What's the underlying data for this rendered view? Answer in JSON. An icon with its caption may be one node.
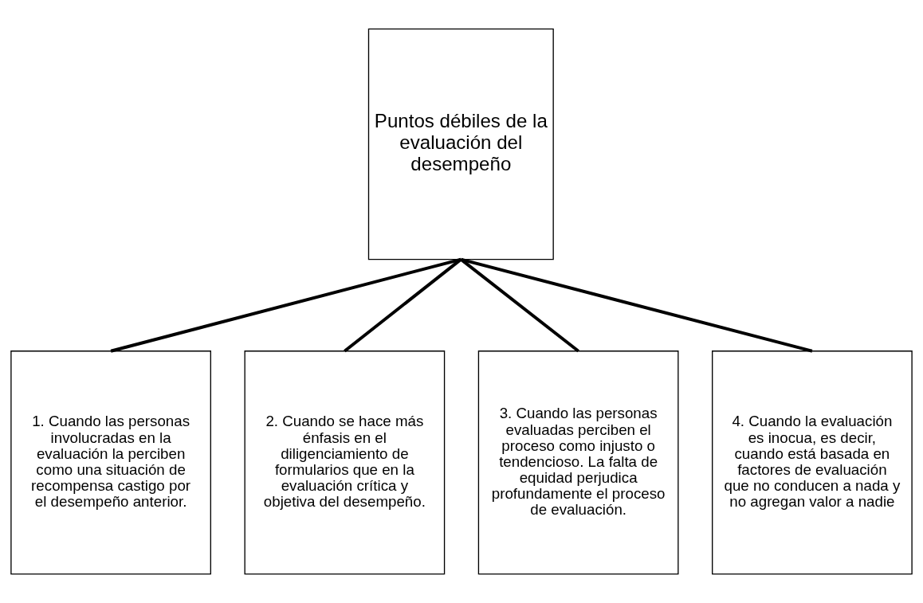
{
  "diagram": {
    "nodes": [
      {
        "text": [
          "Puntos débiles de la evaluación del desempeño"
        ]
      },
      {
        "text": [
          "1. Cuando las personas involucradas en la evaluación la perciben como una situación de recompensa castigo por el desempeño anterior."
        ]
      },
      {
        "text": [
          "2. Cuando se hace más énfasis en el diligenciamiento de formularios que en la evaluación crítica y objetiva del desempeño."
        ]
      },
      {
        "text": [
          "3. Cuando las personas evaluadas perciben el proceso como injusto o tendencioso. La falta de equidad perjudica profundamente el proceso de evaluación."
        ]
      },
      {
        "text": [
          "4. Cuando la evaluación es inocua, es decir, cuando está basada en factores de evaluación que no conducen a nada y no agregan valor a nadie"
        ]
      }
    ],
    "edges": [
      {
        "from": 0,
        "to": 1,
        "arrow": "none"
      },
      {
        "from": 0,
        "to": 2,
        "arrow": "none"
      },
      {
        "from": 0,
        "to": 3,
        "arrow": "none"
      },
      {
        "from": 0,
        "to": 4,
        "arrow": "none"
      }
    ]
  }
}
